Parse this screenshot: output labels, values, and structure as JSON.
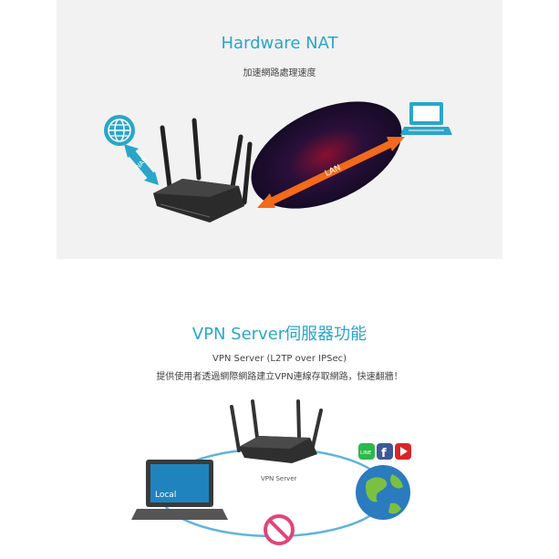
{
  "section_nat": {
    "title": "Hardware NAT",
    "subtitle": "加速網路處理速度",
    "wan_label": "WAN",
    "lan_label": "LAN",
    "icons": [
      "globe-icon",
      "router-icon",
      "laptop-icon"
    ],
    "colors": {
      "title": "#2aa6c9",
      "arrow_blue": "#2aa6c9",
      "arrow_orange": "#f26a1b"
    }
  },
  "section_vpn": {
    "title": "VPN Server伺服器功能",
    "line1": "VPN Server (L2TP over IPSec)",
    "line2": "提供使用者透過網際網路建立VPN連線存取網路，快速翻牆！",
    "diagram_label": "VPN Server",
    "laptop_screen_label": "Local",
    "app_badges": [
      "LINE",
      "f"
    ],
    "icons": [
      "router-icon",
      "laptop-icon",
      "globe-icon",
      "no-entry-icon",
      "line-icon",
      "facebook-icon",
      "youtube-icon"
    ],
    "colors": {
      "ring": "#5fb4dc",
      "no_entry": "#e0457b"
    }
  }
}
